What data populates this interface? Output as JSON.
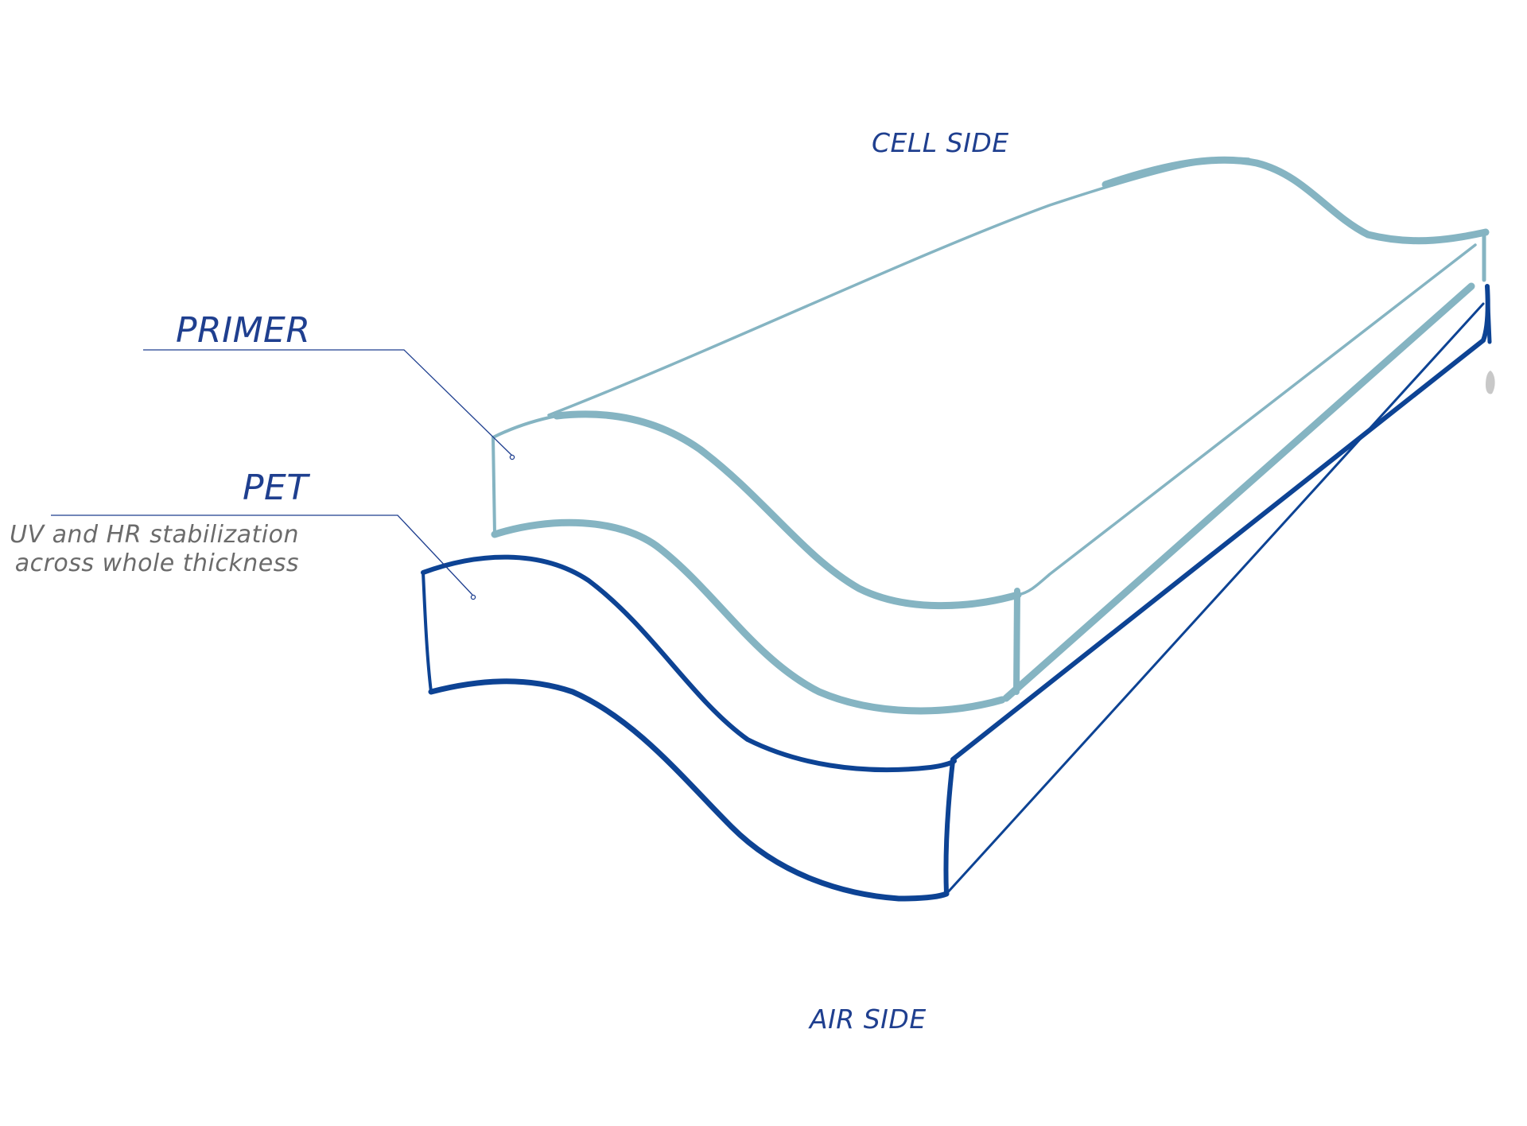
{
  "labels": {
    "cell_side": "CELL SIDE",
    "air_side": "AIR SIDE",
    "primer": "PRIMER",
    "pet": "PET",
    "pet_description_line1": "UV and HR stabilization",
    "pet_description_line2": "across whole thickness"
  },
  "colors": {
    "primer_layer": "#85b4c2",
    "pet_layer": "#0d4394",
    "leader_line": "#1f3f8f",
    "label_text": "#1f3f8f",
    "description_text": "#6b6b6b",
    "mark": "#c8c8c8"
  }
}
